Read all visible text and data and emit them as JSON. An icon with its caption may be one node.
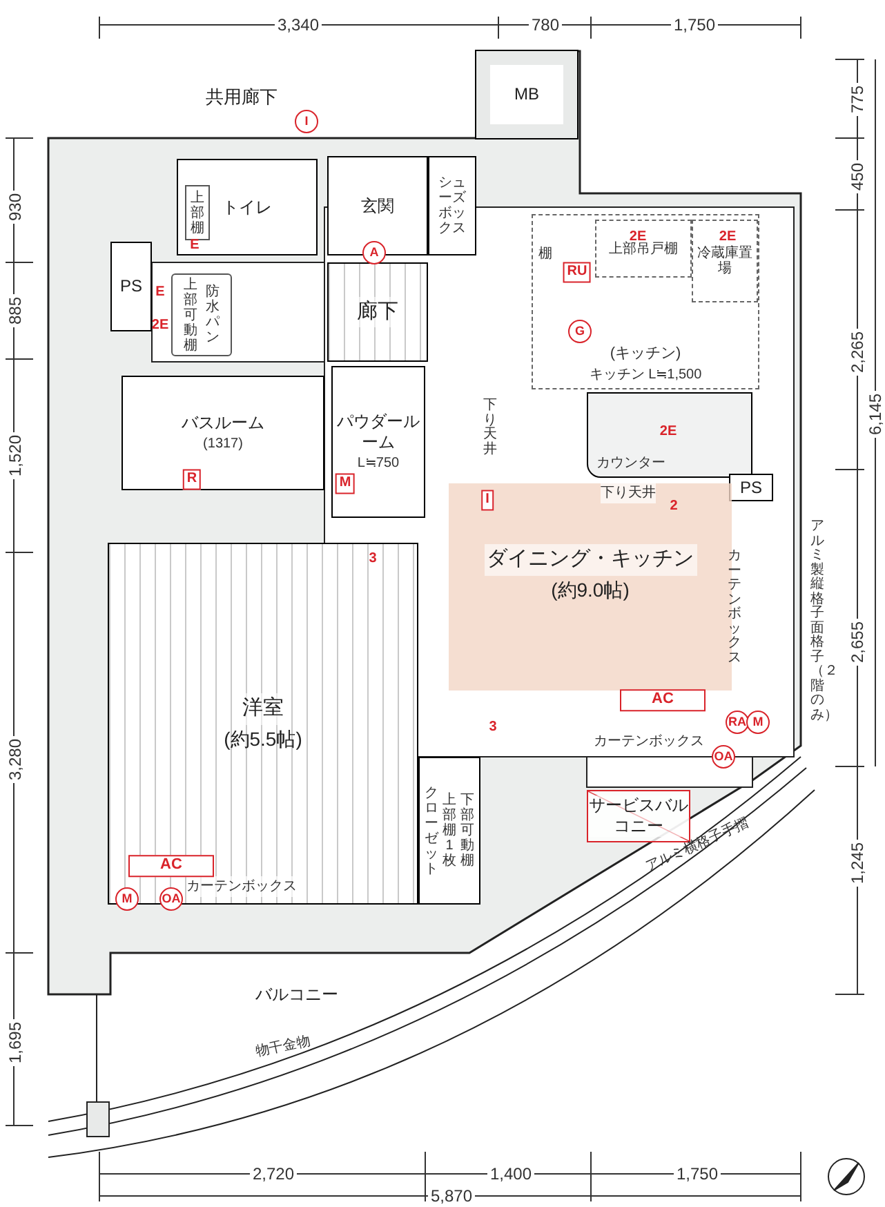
{
  "diagram": {
    "nodes": [
      {
        "text": [
          "MB"
        ]
      },
      {
        "text": [
          "玄関"
        ]
      },
      {
        "text": [
          "シューズボックス"
        ]
      },
      {
        "text": [
          "トイレ"
        ]
      },
      {
        "text": [
          "上部棚"
        ],
        "in": 3
      },
      {
        "text": [
          "PS"
        ]
      },
      {
        "text": [
          "上部可動棚",
          "防水パン"
        ]
      },
      {
        "text": [
          "廊下"
        ]
      },
      {
        "text": [
          "バスルーム",
          "(1317)"
        ]
      },
      {
        "text": [
          "パウダールーム",
          "L≒750"
        ]
      },
      {
        "text": [
          "洋室",
          "(約5.5帖)"
        ]
      },
      {
        "text": [
          "クローゼット",
          "上部棚1枚",
          "下部可動棚"
        ]
      },
      {
        "text": [
          "(キッチン)",
          "キッチン L≒1,500"
        ]
      },
      {
        "text": [
          "上部吊戸棚"
        ],
        "in": 12
      },
      {
        "text": [
          "冷蔵庫置場"
        ],
        "in": 12
      },
      {
        "text": [
          "カウンター"
        ]
      },
      {
        "text": [
          "PS"
        ]
      },
      {
        "text": [
          "ダイニング・キッチン",
          "(約9.0帖)"
        ]
      },
      {
        "text": [
          "サービスバルコニー"
        ]
      },
      {
        "text": [
          "バルコニー"
        ]
      }
    ],
    "labels": [
      "共用廊下",
      "棚",
      "下り天井",
      "下り天井",
      "カーテンボックス",
      "カーテンボックス",
      "カーテンボックス",
      "アルミ製縦格子面格子（２階のみ）",
      "アルミ横格子手摺",
      "物干金物",
      "3,340",
      "780",
      "1,750",
      "775",
      "450",
      "2,265",
      "6,145",
      "2,655",
      "1,245",
      "930",
      "885",
      "1,520",
      "3,280",
      "1,695",
      "2,720",
      "1,400",
      "1,750",
      "5,870",
      "I",
      "A",
      "E",
      "E",
      "2E",
      "RU",
      "2E",
      "2E",
      "G",
      "2E",
      "2",
      "M",
      "R",
      "I",
      "3",
      "3",
      "AC",
      "AC",
      "M",
      "OA",
      "RA",
      "M",
      "OA"
    ]
  }
}
